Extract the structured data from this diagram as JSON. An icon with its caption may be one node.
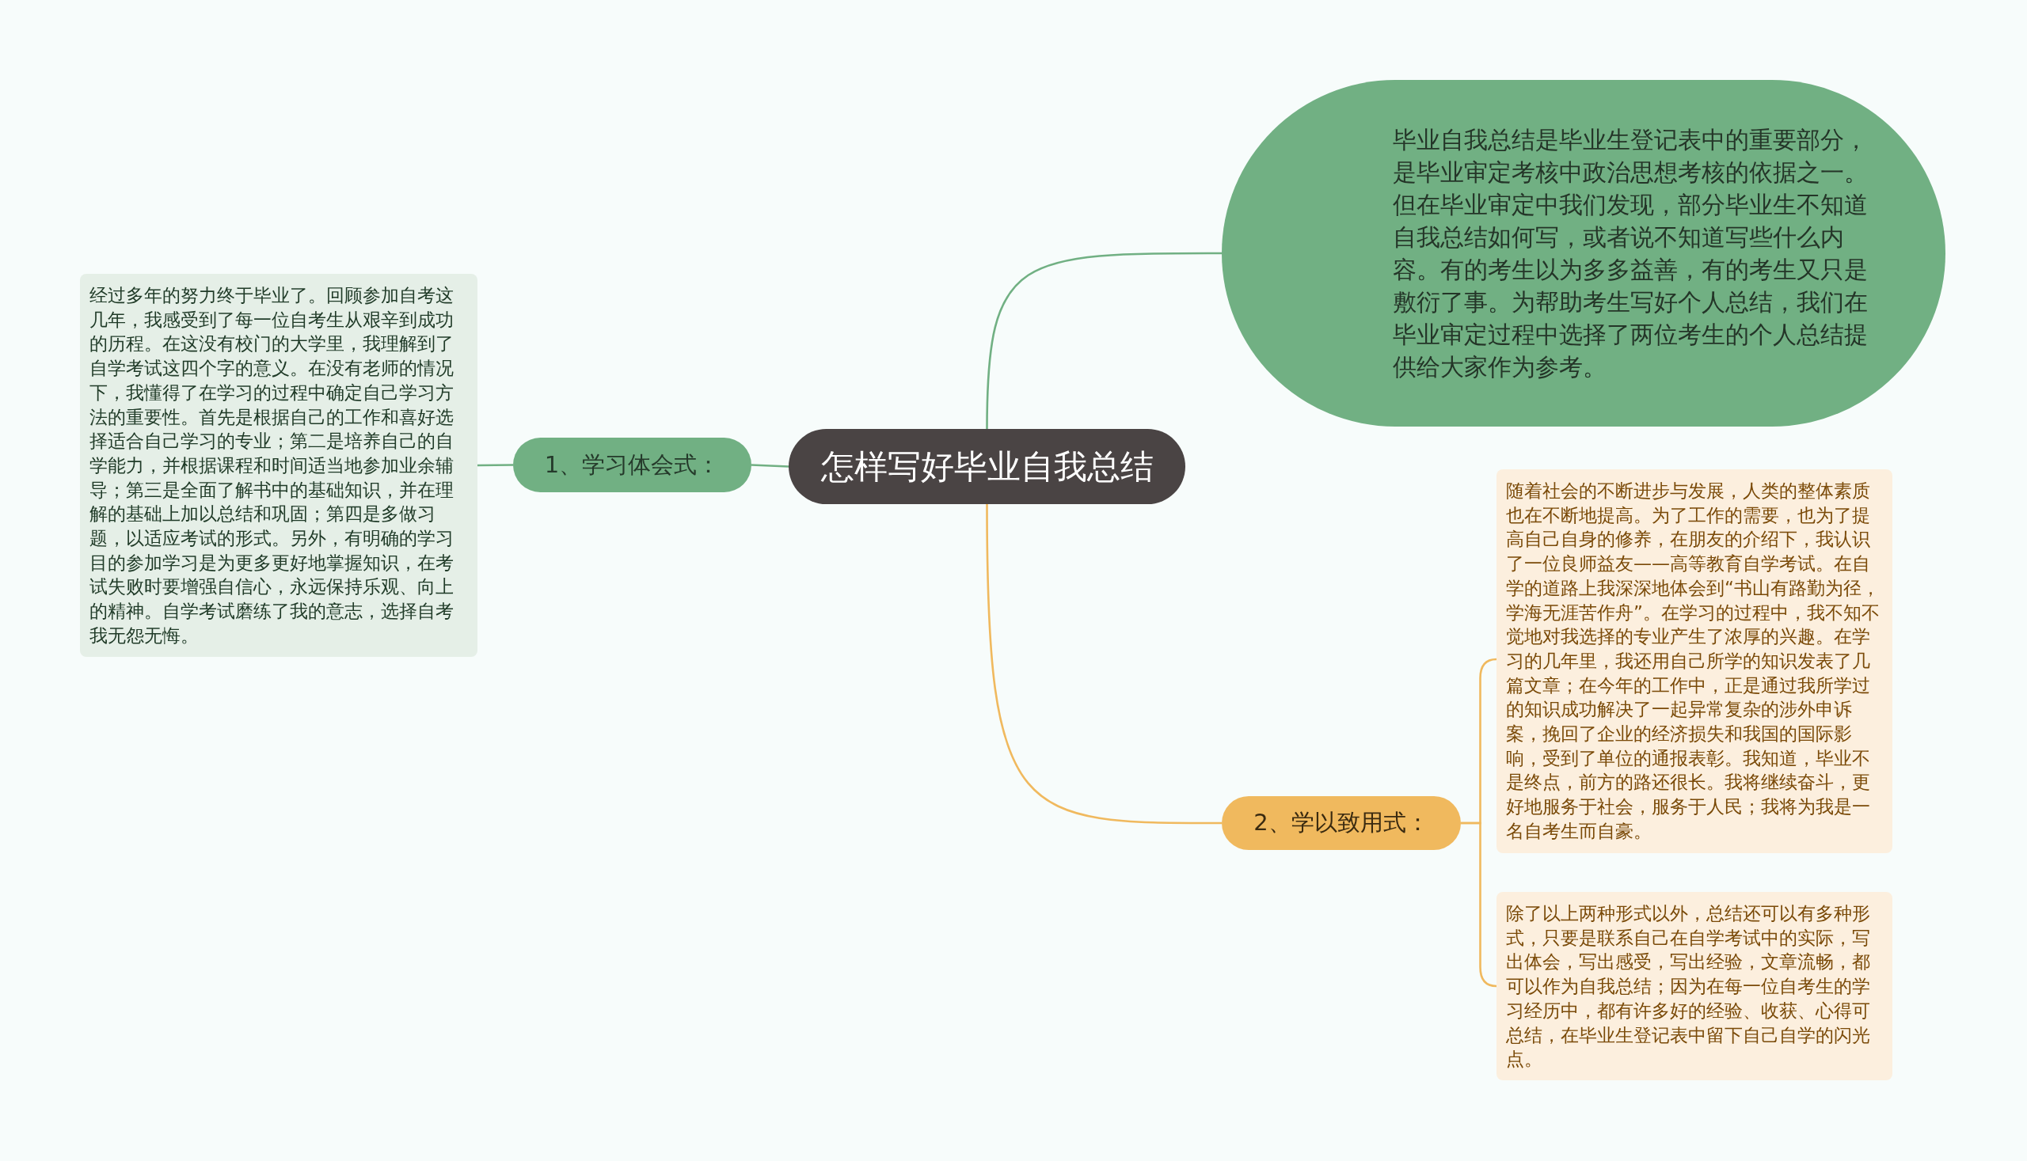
{
  "diagram": {
    "nodes": [
      {
        "text": [
          "怎样写好毕业自我总结"
        ]
      },
      {
        "text": [
          "毕业自我总结是毕业生登记表中的重要部分，是毕业审定考核中政治思想考核的依据之一。但在毕业审定中我们发现，部分毕业生不知道自我总结如何写，或者说不知道写些什么内容。有的考生以为多多益善，有的考生又只是敷衍了事。为帮助考生写好个人总结，我们在毕业审定过程中选择了两位考生的个人总结提供给大家作为参考。"
        ]
      },
      {
        "text": [
          "1、学习体会式："
        ]
      },
      {
        "text": [
          "经过多年的努力终于毕业了。回顾参加自考这几年，我感受到了每一位自考生从艰辛到成功的历程。在这没有校门的大学里，我理解到了自学考试这四个字的意义。在没有老师的情况下，我懂得了在学习的过程中确定自己学习方法的重要性。首先是根据自己的工作和喜好选择适合自己学习的专业；第二是培养自己的自学能力，并根据课程和时间适当地参加业余辅导；第三是全面了解书中的基础知识，并在理解的基础上加以总结和巩固；第四是多做习题，以适应考试的形式。另外，有明确的学习目的参加学习是为更多更好地掌握知识，在考试失败时要增强自信心，永远保持乐观、向上的精神。自学考试磨练了我的意志，选择自考我无怨无悔。"
        ]
      },
      {
        "text": [
          "2、学以致用式："
        ]
      },
      {
        "text": [
          "随着社会的不断进步与发展，人类的整体素质也在不断地提高。为了工作的需要，也为了提高自己自身的修养，在朋友的介绍下，我认识了一位良师益友——高等教育自学考试。在自学的道路上我深深地体会到“书山有路勤为径，学海无涯苦作舟”。在学习的过程中，我不知不觉地对我选择的专业产生了浓厚的兴趣。在学习的几年里，我还用自己所学的知识发表了几篇文章；在今年的工作中，正是通过我所学过的知识成功解决了一起异常复杂的涉外申诉案，挽回了企业的经济损失和我国的国际影响，受到了单位的通报表彰。我知道，毕业不是终点，前方的路还很长。我将继续奋斗，更好地服务于社会，服务于人民；我将为我是一名自考生而自豪。"
        ]
      },
      {
        "text": [
          "除了以上两种形式以外，总结还可以有多种形式，只要是联系自己在自学考试中的实际，写出体会，写出感受，写出经验，文章流畅，都可以作为自我总结；因为在每一位自考生的学习经历中，都有许多好的经验、收获、心得可总结，在毕业生登记表中留下自己自学的闪光点。"
        ]
      }
    ],
    "edges": [
      {
        "from": 0,
        "to": 1,
        "arrow": "none",
        "color": "#71b083"
      },
      {
        "from": 0,
        "to": 2,
        "arrow": "none",
        "color": "#71b083"
      },
      {
        "from": 2,
        "to": 3,
        "arrow": "none",
        "color": "#71b083"
      },
      {
        "from": 0,
        "to": 4,
        "arrow": "none",
        "color": "#f0b95e"
      },
      {
        "from": 4,
        "to": 5,
        "arrow": "none",
        "color": "#f0b95e"
      },
      {
        "from": 4,
        "to": 6,
        "arrow": "none",
        "color": "#f0b95e"
      }
    ]
  }
}
